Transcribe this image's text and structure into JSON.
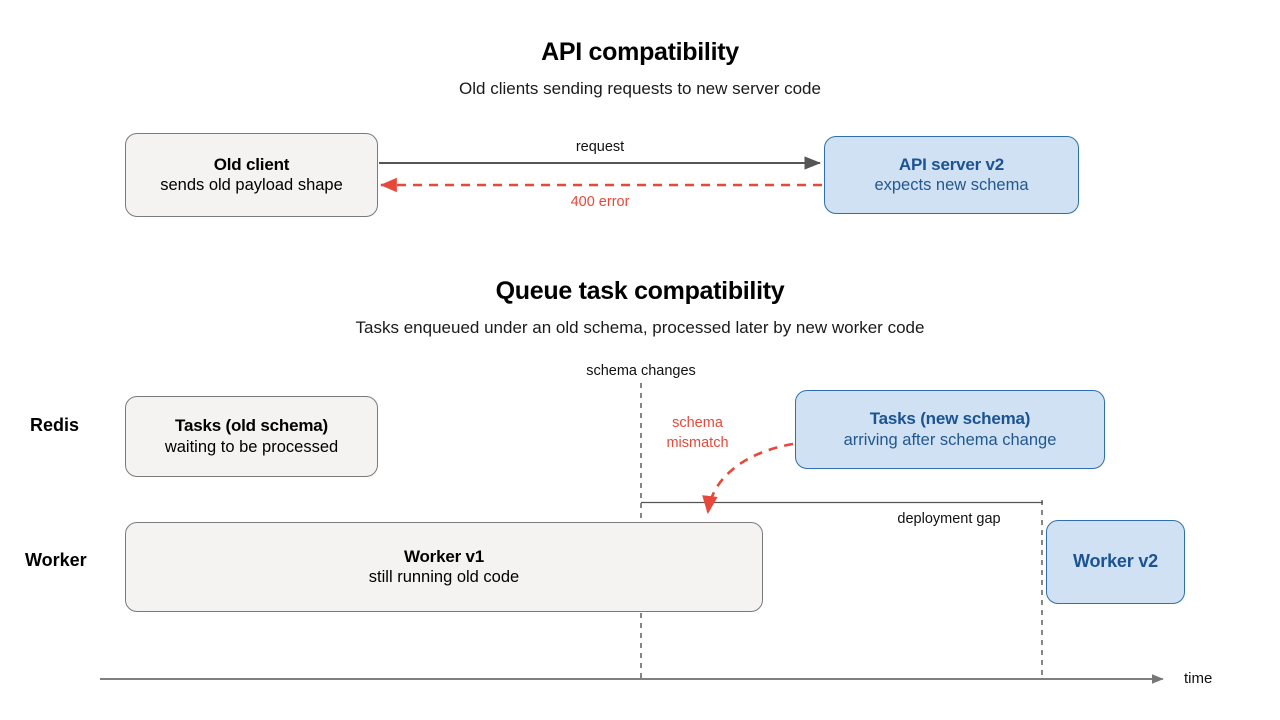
{
  "sections": [
    {
      "id": "api",
      "title": "API compatibility",
      "subtitle": "Old clients sending requests to new server code",
      "nodes": [
        {
          "id": "old-client",
          "style": "gray",
          "line1": "Old client",
          "line2": "sends old payload shape"
        },
        {
          "id": "api-server-v2",
          "style": "blue",
          "line1": "API server v2",
          "line2": "expects new schema"
        }
      ],
      "edges": [
        {
          "id": "request",
          "label": "request",
          "style": "solid",
          "color": "#555555",
          "direction": "right"
        },
        {
          "id": "error",
          "label": "400 error",
          "style": "dashed",
          "color": "#e8483a",
          "direction": "left"
        }
      ]
    },
    {
      "id": "queue",
      "title": "Queue task compatibility",
      "subtitle": "Tasks enqueued under an old schema, processed later by new worker code",
      "row_labels": [
        "Redis",
        "Worker"
      ],
      "nodes": [
        {
          "id": "tasks-old-schema",
          "style": "gray",
          "line1": "Tasks (old schema)",
          "line2": "waiting to be processed"
        },
        {
          "id": "tasks-new-schema",
          "style": "blue",
          "line1": "Tasks (new schema)",
          "line2": "arriving after schema change"
        },
        {
          "id": "worker-v1",
          "style": "gray",
          "line1": "Worker v1",
          "line2": "still running old code"
        },
        {
          "id": "worker-v2",
          "style": "blue",
          "line1": "Worker v2",
          "line2": ""
        }
      ],
      "annotations": [
        {
          "id": "schema-changes",
          "label": "schema changes"
        },
        {
          "id": "schema-mismatch",
          "label": "schema\nmismatch",
          "label_line1": "schema",
          "label_line2": "mismatch",
          "color": "#e8483a"
        },
        {
          "id": "deployment-gap",
          "label": "deployment gap"
        }
      ],
      "axis": {
        "label": "time"
      }
    }
  ],
  "colors": {
    "gray_fill": "#f4f3f1",
    "gray_stroke": "#7a7a7a",
    "blue_fill": "#cfe1f2",
    "blue_stroke": "#2f6fad",
    "blue_text": "#1b5393",
    "red": "#e8483a",
    "arrow_gray": "#555555",
    "axis": "#555555"
  }
}
